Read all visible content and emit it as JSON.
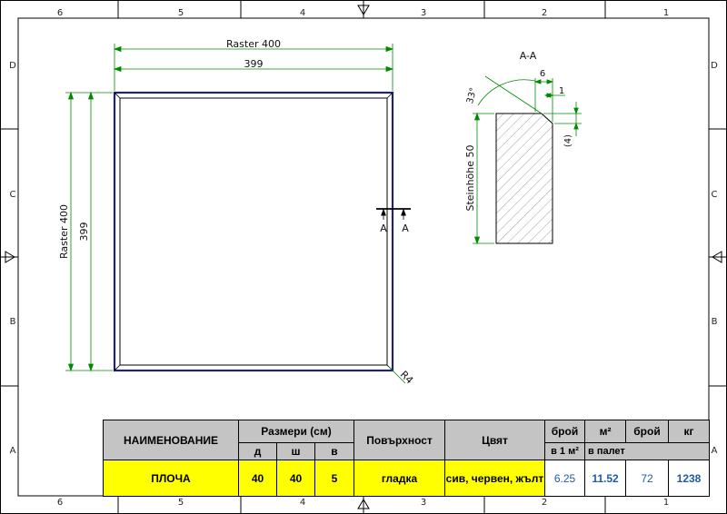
{
  "border": {
    "zones_top": [
      "6",
      "5",
      "4",
      "3",
      "2",
      "1"
    ],
    "zones_side": [
      "D",
      "C",
      "B",
      "A"
    ]
  },
  "plan_view": {
    "outer_width_label": "Raster 400",
    "inner_width_label": "399",
    "outer_height_label": "Raster 400",
    "inner_height_label": "399",
    "radius_label": "R4",
    "section_mark_left": "A",
    "section_mark_right": "A"
  },
  "section_view": {
    "title": "A-A",
    "angle_label": "33°",
    "chamfer_width_label": "6",
    "edge_offset_label": "1",
    "chamfer_depth_label": "(4)",
    "height_label": "Steinhöhe 50"
  },
  "title_block": {
    "name_header": "НАИМЕНОВАНИЕ",
    "dims_header": "Размери (см)",
    "dim_l_header": "д",
    "dim_w_header": "ш",
    "dim_h_header": "в",
    "surface_header": "Повърхност",
    "color_header": "Цвят",
    "count_header": "брой",
    "count_sub_header": "в 1 м²",
    "area_header": "м²",
    "pallet_header": "в палет",
    "pieces_header": "брой",
    "weight_header": "кг",
    "row": {
      "name": "ПЛОЧА",
      "length": "40",
      "width": "40",
      "height": "5",
      "surface": "гладка",
      "color": "сив, червен, жълт",
      "per_m2": "6.25",
      "m2_per_pallet": "11.52",
      "pieces_per_pallet": "72",
      "weight_kg": "1238"
    }
  }
}
